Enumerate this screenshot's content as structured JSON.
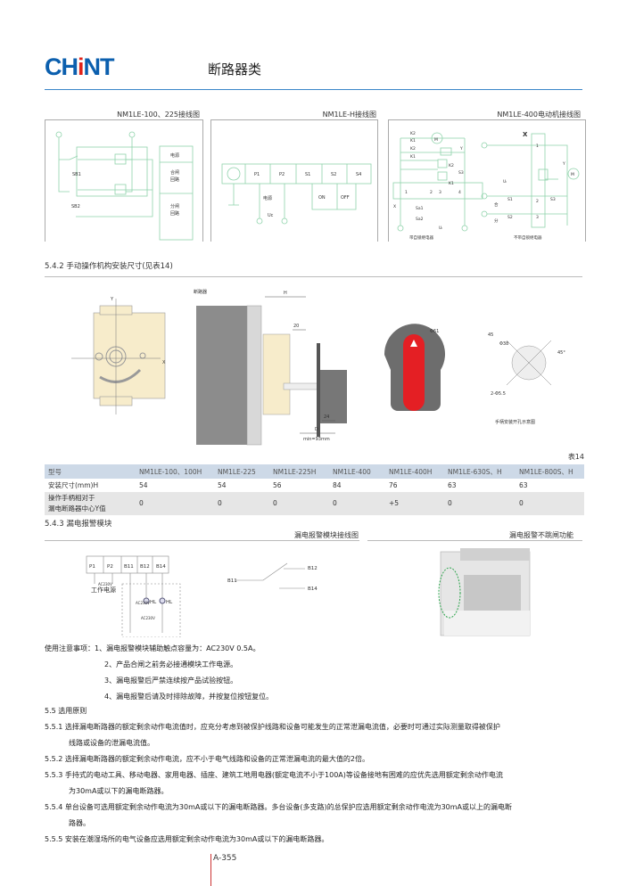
{
  "header": {
    "logo": "CHINT",
    "title": "断路器类"
  },
  "wiring": {
    "d1": {
      "title": "NM1LE-100、225接线图",
      "sb1": "SB1",
      "sb2": "SB2",
      "power": "电源",
      "close1": "合闸",
      "close2": "回路",
      "open1": "分闸",
      "open2": "回路"
    },
    "d2": {
      "title": "NM1LE-H接线图",
      "terms": [
        "P1",
        "P2",
        "S1",
        "S2",
        "S4"
      ],
      "power": "电源",
      "uc": "Uc",
      "on": "ON",
      "off": "OFF"
    },
    "d3": {
      "title": "NM1LE-400电动机接线图",
      "k1": "K1",
      "k2": "K2",
      "y": "Y",
      "s3": "S3",
      "m": "M",
      "x": "X",
      "nums": [
        "1",
        "2",
        "3",
        "4"
      ],
      "sa1": "Sa1",
      "sa2": "Sa2",
      "ul": "Uₗ",
      "s1": "S1",
      "s2": "S2",
      "he": "合",
      "fen": "分",
      "left_cap": "带自锁继电器",
      "right_cap": "不带自锁继电器"
    }
  },
  "s542": {
    "heading": "5.4.2 手动操作机构安装尺寸(见表14)",
    "breaker": "断路器",
    "H": "H",
    "d20": "20",
    "d24": "24",
    "D": "D",
    "min": "min=93mm",
    "y": "Y",
    "x": "X",
    "phi61": "Φ61",
    "d45": "45",
    "phi38": "Φ38",
    "deg": "45°",
    "holes": "2-Φ5.5",
    "hole_cap": "手柄安装开孔示意图"
  },
  "table": {
    "label": "表14",
    "headers": [
      "型号",
      "NM1LE-100、100H",
      "NM1LE-225",
      "NM1LE-225H",
      "NM1LE-400",
      "NM1LE-400H",
      "NM1LE-630S、H",
      "NM1LE-800S、H"
    ],
    "row1": [
      "安装尺寸(mm)H",
      "54",
      "54",
      "56",
      "84",
      "76",
      "63",
      "63"
    ],
    "row2_label1": "操作手柄相对于",
    "row2_label2": "漏电断路器中心Y值",
    "row2": [
      "0",
      "0",
      "0",
      "0",
      "+5",
      "0",
      "0"
    ]
  },
  "s543": {
    "heading": "5.4.3 漏电报警模块",
    "diag_title": "漏电报警模块接线图",
    "photo_title": "漏电报警不跳闸功能",
    "terms": [
      "P1",
      "P2",
      "B11",
      "B12",
      "B14"
    ],
    "ac": "AC230V",
    "work_power": "工作电源",
    "hl": "HL",
    "b11": "B11",
    "b12": "B12",
    "b14": "B14"
  },
  "notes": {
    "lead": "使用注意事项：1、漏电报警模块辅助触点容量为：AC230V  0.5A。",
    "n2": "2、产品合闸之前务必接通模块工作电源。",
    "n3": "3、漏电报警后严禁连续按产品试验按钮。",
    "n4": "4、漏电报警后请及时排除故障，并按复位按钮复位。"
  },
  "s55": {
    "heading": "5.5 选用原则",
    "p1a": "5.5.1 选择漏电断路器的额定剩余动作电流值时，应充分考虑到被保护线路和设备可能发生的正常泄漏电流值，必要时可通过实际测量取得被保护",
    "p1b": "线路或设备的泄漏电流值。",
    "p2": "5.5.2 选择漏电断路器的额定剩余动作电流，应不小于电气线路和设备的正常泄漏电流的最大值的2倍。",
    "p3a": "5.5.3 手持式的电动工具、移动电器、家用电器、插座、建筑工地用电器(额定电流不小于100A)等设备接地有困难的应优先选用额定剩余动作电流",
    "p3b": "为30mA或以下的漏电断路器。",
    "p4a": "5.5.4 单台设备可选用额定剩余动作电流为30mA或以下的漏电断路器。多台设备(多支路)的总保护应选用额定剩余动作电流为30mA或以上的漏电断",
    "p4b": "路器。",
    "p5": "5.5.5 安装在潮湿场所的电气设备应选用额定剩余动作电流为30mA或以下的漏电断路器。"
  },
  "footer": {
    "page": "A-355"
  }
}
